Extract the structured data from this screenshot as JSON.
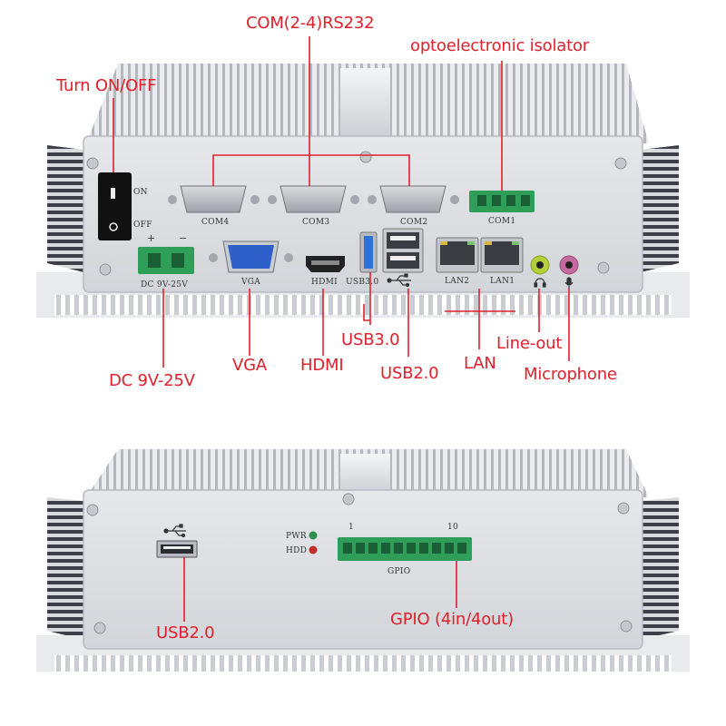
{
  "callouts": {
    "com_rs232": "COM(2-4)RS232",
    "isolator": "optoelectronic isolator",
    "power_switch": "Turn ON/OFF",
    "vga": "VGA",
    "hdmi": "HDMI",
    "usb30": "USB3.0",
    "usb20_front": "USB2.0",
    "lan": "LAN",
    "line_out": "Line-out",
    "microphone": "Microphone",
    "dc_in": "DC 9V-25V",
    "usb20_back": "USB2.0",
    "gpio": "GPIO (4in/4out)"
  },
  "silkscreen": {
    "com4": "COM4",
    "com3": "COM3",
    "com2": "COM2",
    "com1": "COM1",
    "on": "ON",
    "off": "OFF",
    "plus": "+",
    "minus": "−",
    "dc": "DC 9V-25V",
    "vga": "VGA",
    "hdmi": "HDMI",
    "usb30": "USB3.0",
    "lan2": "LAN2",
    "lan1": "LAN1",
    "pwr": "PWR",
    "hdd": "HDD",
    "gpio": "GPIO",
    "gpio_pin_first": "1",
    "gpio_pin_last": "10"
  },
  "colors": {
    "callout_text": "#e0202a",
    "leader_line": "#e0202a",
    "chassis": "#d6d8dc",
    "terminal_block": "#2e9e58",
    "line_out_jack": "#b5cf3a",
    "mic_jack": "#c46aa0",
    "pwr_led": "#2f8f4f",
    "hdd_led": "#c0302c"
  },
  "icons": [
    "usb-icon",
    "headphone-icon",
    "microphone-icon"
  ]
}
